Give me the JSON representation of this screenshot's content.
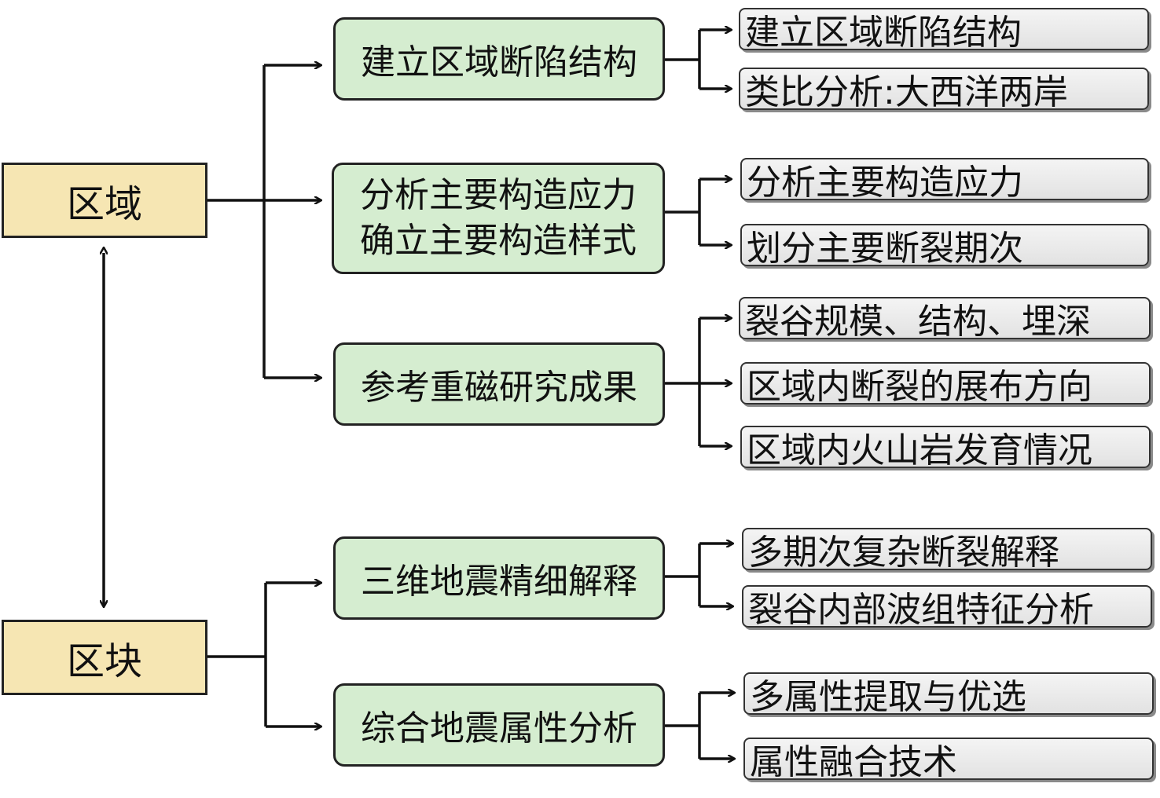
{
  "roots": [
    "区域",
    "区块"
  ],
  "mids": [
    {
      "lines": [
        "建立区域断陷结构"
      ]
    },
    {
      "lines": [
        "分析主要构造应力",
        "确立主要构造样式"
      ]
    },
    {
      "lines": [
        "参考重磁研究成果"
      ]
    },
    {
      "lines": [
        "三维地震精细解释"
      ]
    },
    {
      "lines": [
        "综合地震属性分析"
      ]
    }
  ],
  "leaves": [
    "建立区域断陷结构",
    "类比分析:大西洋两岸",
    "分析主要构造应力",
    "划分主要断裂期次",
    "裂谷规模、结构、埋深",
    "区域内断裂的展布方向",
    "区域内火山岩发育情况",
    "多期次复杂断裂解释",
    "裂谷内部波组特征分析",
    "多属性提取与优选",
    "属性融合技术"
  ]
}
